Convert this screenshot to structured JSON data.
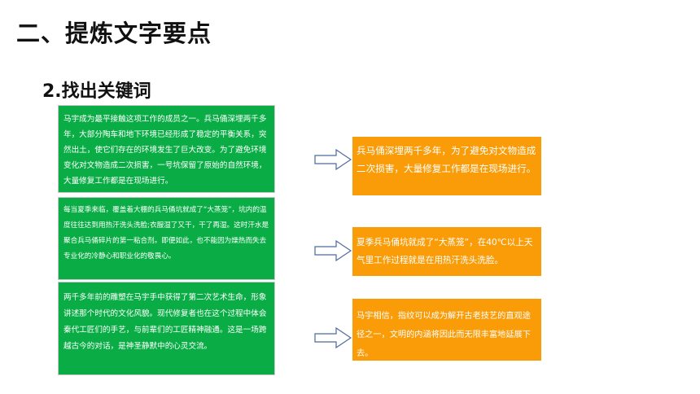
{
  "slide": {
    "title": "二、提炼文字要点",
    "subtitle": "2.找出关键词"
  },
  "passages": [
    "马宇成为最平接触这项工作的成员之一。兵马俑深埋两千多年，大部分陶车和地下环境已经形成了稳定的平衡关系，突然出土，使它们存在的环境发生了巨大改变。为了避免环境变化对文物造成二次损害，一号坑保留了原始的自然环境，大量修复工作都是在现场进行。",
    "每当夏季来临，覆盖着大棚的兵马俑坑就成了“大蒸笼”，坑内的温度往往达到用热汗洗头洗脸;衣服湿了又干，干了再湿。这时汗水是聚合兵马俑碎片的第一粘合剂。即便如此，也不能因为燥热而失去专业化的冷静心和职业化的敬畏心。",
    "两千多年前的雕塑在马宇手中获得了第二次艺术生命，形象讲述那个时代的文化风貌。现代修复者也在这个过程中体会秦代工匠们的手艺，与前辈们的工匠精神融通。这是一场跨越古今的对话，是神圣静默中的心灵交流。"
  ],
  "keywords": [
    "兵马俑深埋两千多年，为了避免对文物造成二次损害，大量修复工作都是在现场进行。",
    "夏季兵马俑坑就成了“大蒸笼”，在40℃以上天气里工作过程就是在用热汗洗头洗脸。",
    "马宇相信，指纹可以成为解开古老技艺的直观途径之一，文明的内涵将因此而无限丰富地延展下去。"
  ],
  "colors": {
    "green": "#0aad45",
    "orange": "#f99c08",
    "arrow_stroke": "#4a6b9c"
  },
  "icons": [
    "right-arrow-icon"
  ]
}
